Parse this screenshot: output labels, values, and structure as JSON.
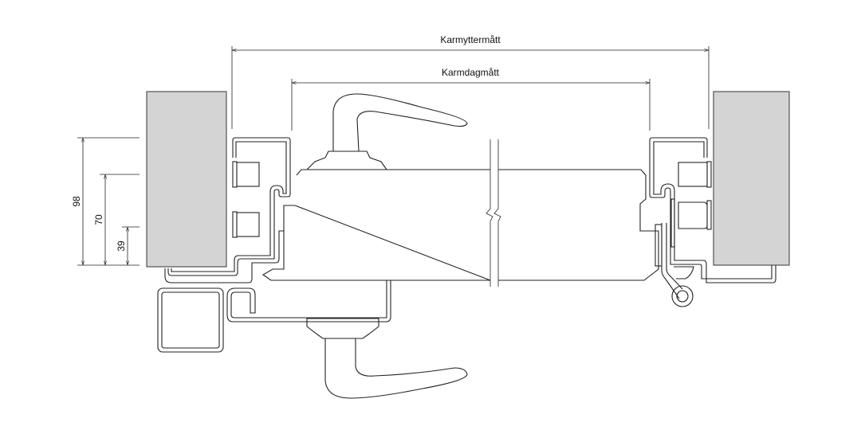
{
  "dimensions": {
    "outer_frame_label": "Karmyttermått",
    "inner_frame_label": "Karmdagmått",
    "height_98": "98",
    "height_70": "70",
    "height_39": "39"
  },
  "colors": {
    "wall_fill": "#d4d4d4",
    "line": "#222222"
  }
}
